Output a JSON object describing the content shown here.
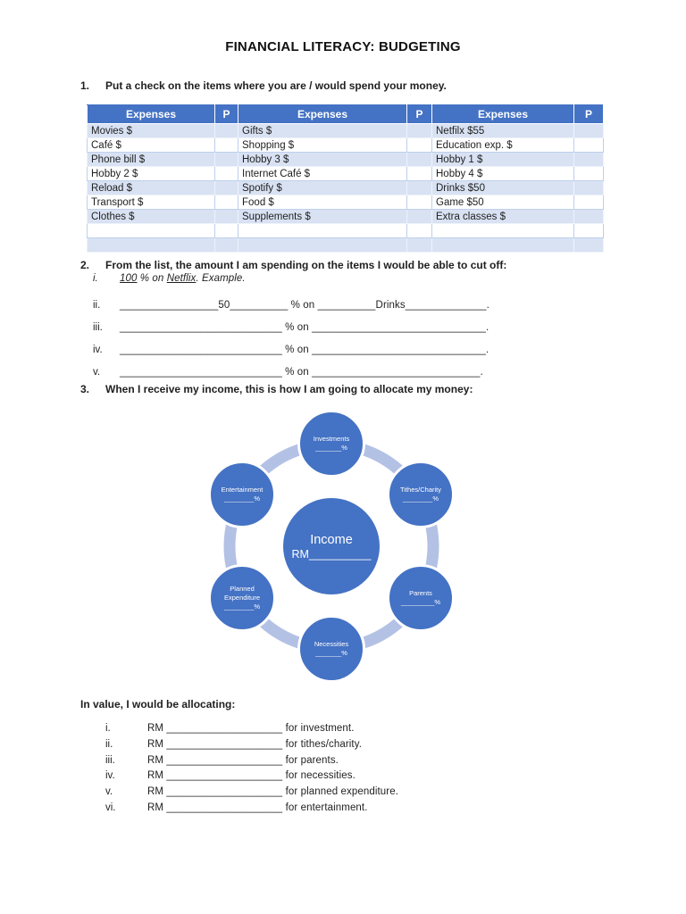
{
  "doc": {
    "title": "FINANCIAL LITERACY: BUDGETING"
  },
  "colors": {
    "accent": "#4472c4",
    "band": "#d9e2f3",
    "ring": "#b3c1e5"
  },
  "q1": {
    "number": "1.",
    "prompt": "Put a check on the items where you are / would spend your money.",
    "table": {
      "headers": [
        "Expenses",
        "P",
        "Expenses",
        "P",
        "Expenses",
        "P"
      ],
      "rows": [
        [
          "Movies $",
          "Gifts $",
          "Netfilx $55"
        ],
        [
          "Café $",
          "Shopping $",
          "Education exp. $"
        ],
        [
          "Phone bill $",
          "Hobby 3 $",
          "Hobby 1 $"
        ],
        [
          "Hobby 2 $",
          "Internet Café $",
          "Hobby 4 $"
        ],
        [
          "Reload $",
          "Spotify $",
          "Drinks $50"
        ],
        [
          "Transport $",
          "Food $",
          "Game $50"
        ],
        [
          "Clothes $",
          "Supplements $",
          "Extra classes $"
        ],
        [
          "",
          "",
          ""
        ],
        [
          "",
          "",
          ""
        ]
      ]
    }
  },
  "q2": {
    "number": "2.",
    "prompt": "From the list, the amount I am spending on the items I would be able to cut off:",
    "example": {
      "n": "i.",
      "amount": "100",
      "mid": " % on ",
      "item": "Netflix",
      "rest": ". Example."
    },
    "items": [
      {
        "n": "ii.",
        "text": "_________________50__________ % on __________Drinks______________."
      },
      {
        "n": "iii.",
        "text": "____________________________ % on ______________________________."
      },
      {
        "n": "iv.",
        "text": "____________________________ % on ______________________________."
      },
      {
        "n": "v.",
        "text": "____________________________ % on _____________________________."
      }
    ]
  },
  "q3": {
    "number": "3.",
    "prompt": "When I receive my income, this is how I am going to allocate my money:",
    "diagram": {
      "center": {
        "line1": "Income",
        "line2": "RM__________"
      },
      "nodes": [
        {
          "label": "Investments",
          "blank": "_______%"
        },
        {
          "label": "Tithes/Charity",
          "blank": "________%"
        },
        {
          "label": "Parents",
          "blank": "_________%"
        },
        {
          "label": "Necessities",
          "blank": "_______%"
        },
        {
          "label": "Planned Expenditure",
          "blank": "________%"
        },
        {
          "label": "Entertainment",
          "blank": "________%"
        }
      ]
    }
  },
  "alloc": {
    "heading": "In value, I would be allocating:",
    "items": [
      {
        "n": "i.",
        "text": "RM ____________________ for investment."
      },
      {
        "n": "ii.",
        "text": "RM ____________________ for tithes/charity."
      },
      {
        "n": "iii.",
        "text": "RM ____________________ for parents."
      },
      {
        "n": "iv.",
        "text": "RM ____________________ for necessities."
      },
      {
        "n": "v.",
        "text": "RM ____________________ for planned expenditure."
      },
      {
        "n": "vi.",
        "text": "RM ____________________ for entertainment."
      }
    ]
  }
}
